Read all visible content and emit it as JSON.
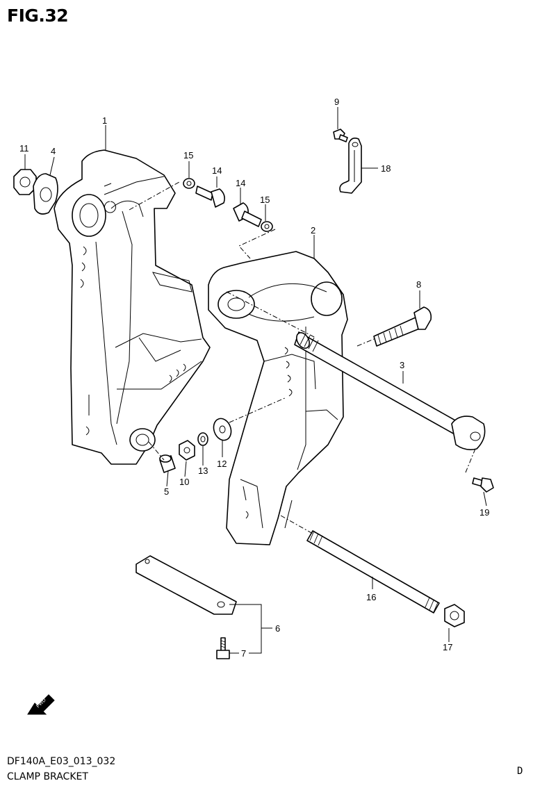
{
  "figure": {
    "title": "FIG.32"
  },
  "callouts": {
    "c1": "1",
    "c2": "2",
    "c3": "3",
    "c4": "4",
    "c5": "5",
    "c6": "6",
    "c7": "7",
    "c8": "8",
    "c9": "9",
    "c10": "10",
    "c11": "11",
    "c12": "12",
    "c13": "13",
    "c14a": "14",
    "c14b": "14",
    "c15a": "15",
    "c15b": "15",
    "c16": "16",
    "c17": "17",
    "c18": "18",
    "c19": "19"
  },
  "fwd_arrow": {
    "label": "FWD"
  },
  "footer": {
    "code": "DF140A_E03_013_032",
    "name": "CLAMP BRACKET",
    "region": "D"
  }
}
